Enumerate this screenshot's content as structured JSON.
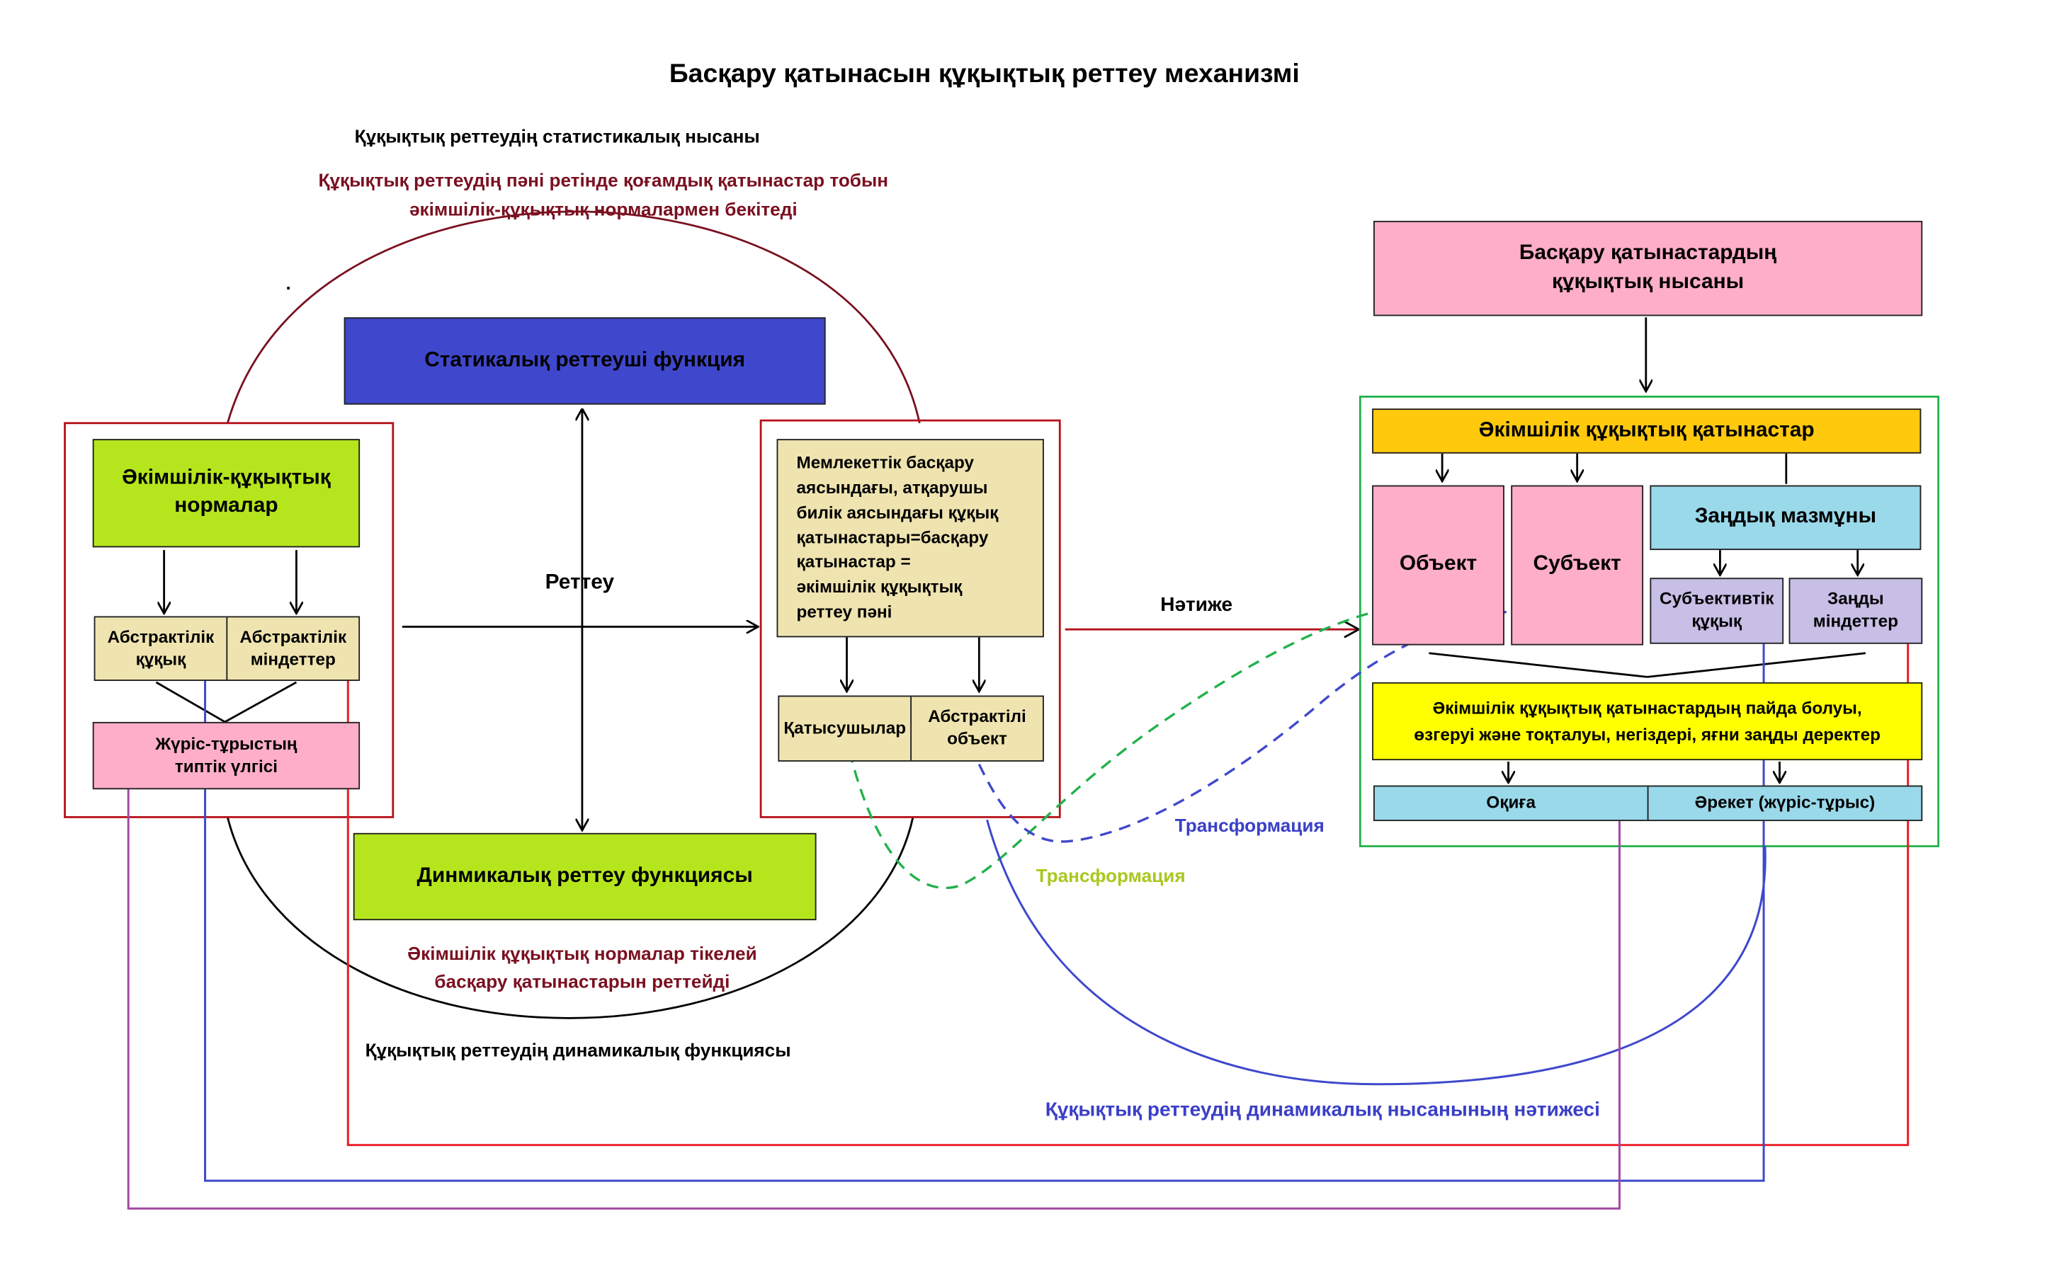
{
  "title": "Басқару қатынасын құқықтық реттеу механизмі",
  "labels": {
    "static_form": "Құқықтық реттеудің статистикалық нысаны",
    "subject_note": "Құқықтық реттеудің пәні ретінде қоғамдық қатынастар тобын\nәкімшілік-құқықтық нормалармен бекітеді",
    "dot": ".",
    "retteu": "Реттеу",
    "natije": "Нәтиже",
    "direct_note": "Әкімшілік құқықтық нормалар тікелей\nбасқару қатынастарын реттейді",
    "dynamic_function": "Құқықтық реттеудің динамикалық функциясы",
    "transformation_blue": "Трансформация",
    "transformation_green": "Трансформация",
    "dynamic_result": "Құқықтық реттеудің динамикалық нысанының нәтижесі"
  },
  "left_group": {
    "norms": "Әкімшілік-құқықтық\nнормалар",
    "abstract_right": "Абстрактілік\nқұқық",
    "abstract_duties": "Абстрактілік\nміндеттер",
    "behavior_model": "Жүріс-тұрыстың\nтиптік үлгісі"
  },
  "center": {
    "static_function": "Статикалық реттеуші функция",
    "dynamic_function_box": "Динмикалық реттеу функциясы"
  },
  "middle_group": {
    "subject_text": "Мемлекеттік басқару\nаясындағы, атқарушы\n билік аясындағы құқық\n қатынастары=басқару\n қатынастар =\nәкімшілік құқықтық\n реттеу пәні",
    "participants": "Қатысушылар",
    "abstract_object": "Абстрактілі\nобъект"
  },
  "right_group": {
    "legal_form": "Басқару қатынастардың\nқұқықтық нысаны",
    "admin_relations": "Әкімшілік құқықтық қатынастар",
    "object": "Объект",
    "subject": "Субъект",
    "legal_content": "Заңдық мазмұны",
    "subjective_right": "Субъективтік\nқұқық",
    "legal_duties": "Заңды\nміндеттер",
    "legal_facts": "Әкімшілік құқықтық қатынастардың пайда болуы,\nөзгеруі және тоқталуы, негіздері, яғни заңды деректер",
    "event": "Оқиға",
    "action": "Әрекет (жүріс-тұрыс)"
  },
  "colors": {
    "green_box": "#b5e61d",
    "beige_box": "#efe4b0",
    "pink_box": "#ffaec9",
    "blue_box": "#3f48cc",
    "orange_bar": "#ffc90e",
    "yellow_box": "#ffff00",
    "light_blue": "#99d9ea",
    "lavender": "#c8bfe7",
    "dark_red_frame": "#b5121b",
    "green_frame": "#22b14c",
    "blue_line": "#3f48cc",
    "red_line": "#ed1c24",
    "purple_line": "#a349a4"
  }
}
